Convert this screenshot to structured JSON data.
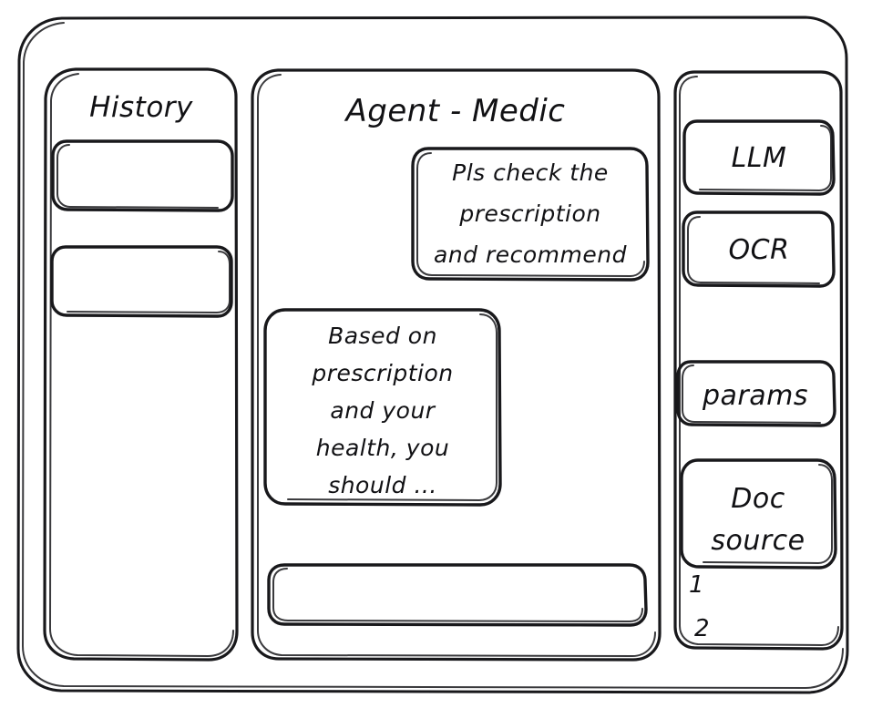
{
  "meta": {
    "style": "hand-drawn-wireframe",
    "ink_color": "#18181b",
    "paper_color": "#ffffff"
  },
  "window": {
    "name": "agent-chat-wireframe"
  },
  "sidebar_left": {
    "title": "History",
    "items": [
      {
        "label": "",
        "name": "history-item-1"
      },
      {
        "label": "",
        "name": "history-item-2"
      }
    ]
  },
  "main": {
    "title": "Agent - Medic",
    "messages": [
      {
        "role": "user",
        "align": "right",
        "lines": [
          "Pls check the",
          "prescription",
          "and recommend"
        ]
      },
      {
        "role": "assistant",
        "align": "left",
        "lines": [
          "Based on",
          "prescription",
          "and your",
          "health, you",
          "should ..."
        ]
      }
    ],
    "composer": {
      "value": "",
      "placeholder": ""
    }
  },
  "sidebar_right": {
    "buttons": [
      {
        "lines": [
          "LLM"
        ],
        "name": "llm-button"
      },
      {
        "lines": [
          "OCR"
        ],
        "name": "ocr-button"
      },
      {
        "lines": [
          "params"
        ],
        "name": "params-button"
      },
      {
        "lines": [
          "Doc",
          "source"
        ],
        "name": "doc-source-button"
      }
    ],
    "doc_list": [
      {
        "label": "1"
      },
      {
        "label": "2"
      }
    ]
  }
}
